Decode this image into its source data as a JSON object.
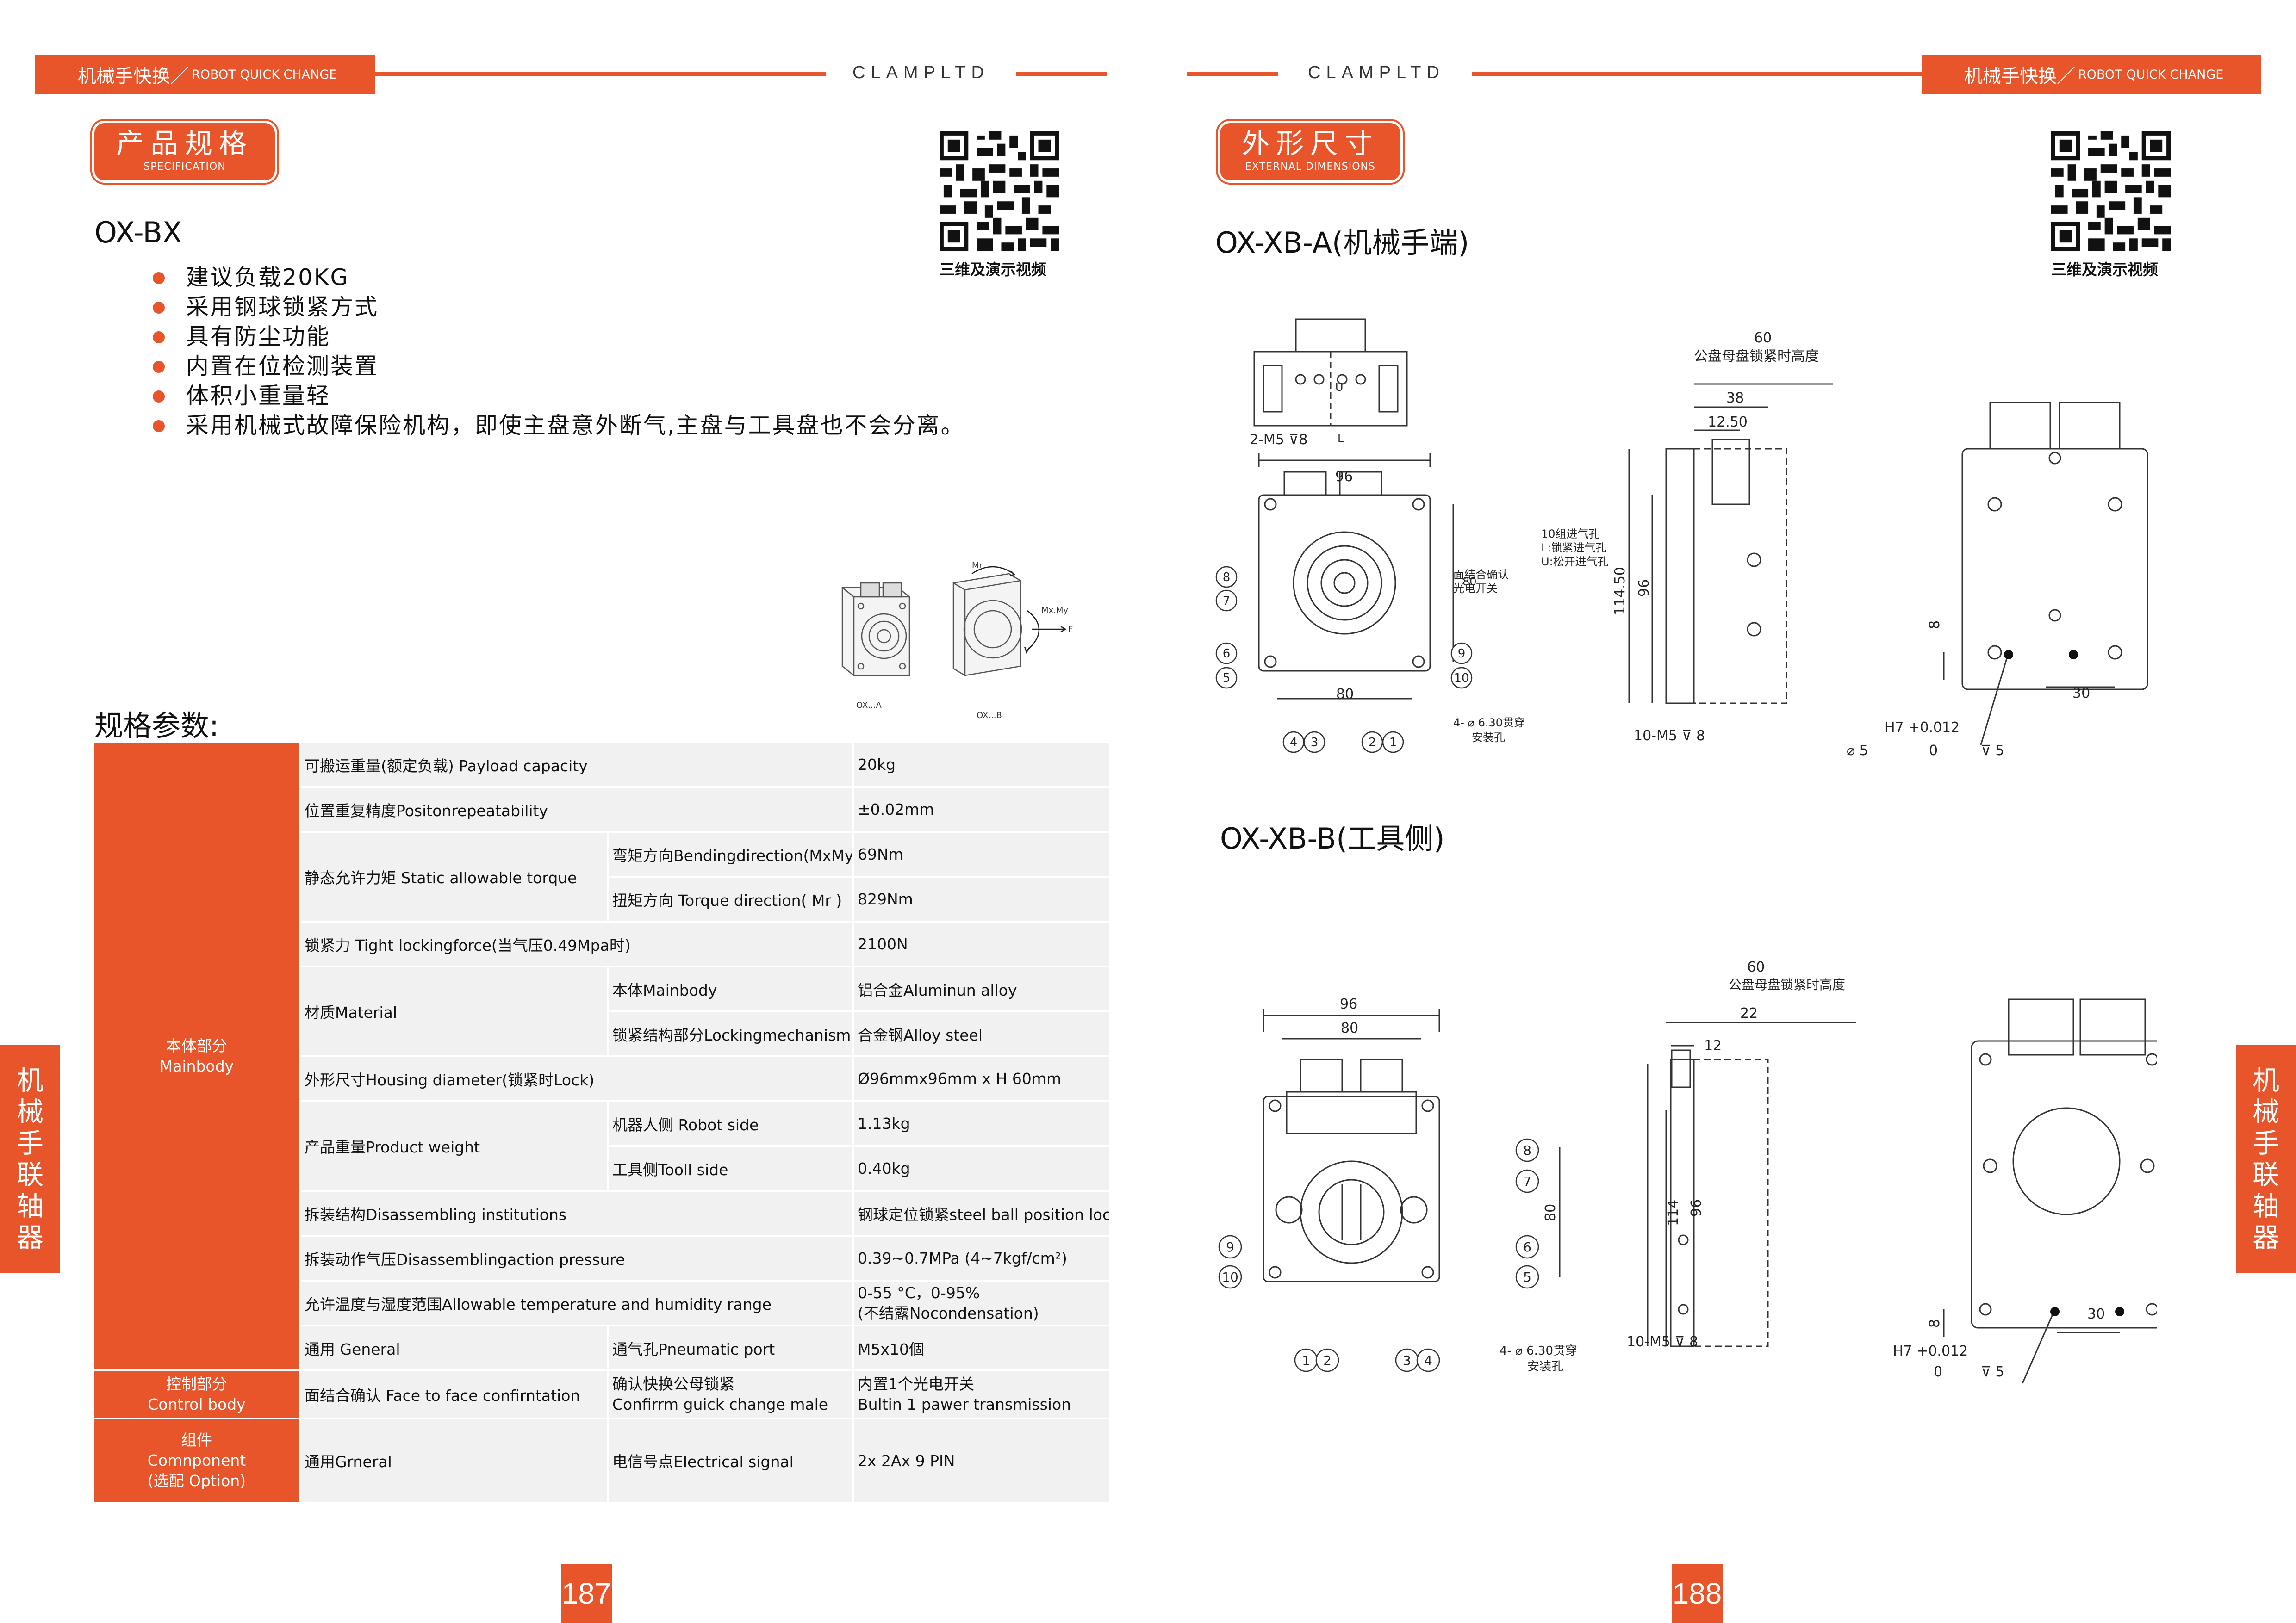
{
  "header": {
    "tab_title": "机械手快换／",
    "tab_sub": "ROBOT QUICK CHANGE",
    "brand": "CLAMPLTD"
  },
  "left": {
    "pill_title": "产品规格",
    "pill_sub": "SPECIFICATION",
    "qr_caption": "三维及演示视频",
    "model": "OX-BX",
    "features": [
      "建议负载20KG",
      "采用钢球锁紧方式",
      "具有防尘功能",
      "内置在位检测装置",
      "体积小重量轻",
      "采用机械式故障保险机构，即使主盘意外断气,主盘与工具盘也不会分离。"
    ],
    "diagram": {
      "mr": "Mr",
      "mxmy": "Mx.My",
      "f": "F",
      "label_a": "OX...A",
      "label_b": "OX...B"
    },
    "spec_title": "规格参数:",
    "spec": {
      "group_main": "本体部分\nMainbody",
      "group_control": "控制部分\nControl body",
      "group_component": "组件\nComnponent\n(选配 Option)",
      "rows": {
        "payload": {
          "label": "可搬运重量(额定负载) Payload capacity",
          "value": "20kg"
        },
        "repeat": {
          "label": "位置重复精度Positonrepeatability",
          "value": "±0.02mm"
        },
        "torque": {
          "label": "静态允许力矩 Static allowable torque",
          "sub1": "弯矩方向Bendingdirection(MxMy)",
          "val1": "69Nm",
          "sub2": "扭矩方向 Torque direction( Mr )",
          "val2": "829Nm"
        },
        "lock": {
          "label": "锁紧力 Tight lockingforce(当气压0.49Mpa时)",
          "value": "2100N"
        },
        "material": {
          "label": "材质Material",
          "sub1": "本体Mainbody",
          "val1": "铝合金Aluminun alloy",
          "sub2": "锁紧结构部分Lockingmechanism",
          "val2": "合金钢Alloy steel"
        },
        "size": {
          "label": "外形尺寸Housing diameter(锁紧时Lock)",
          "value": "Ø96mmx96mm x H 60mm"
        },
        "weight": {
          "label": "产品重量Product weight",
          "sub1": "机器人侧 Robot side",
          "val1": "1.13kg",
          "sub2": "工具侧Tooll side",
          "val2": "0.40kg"
        },
        "disassemble": {
          "label": "拆装结构Disassembling institutions",
          "value": "钢球定位锁紧steel ball position lock"
        },
        "pressure": {
          "label": "拆装动作气压Disassemblingaction pressure",
          "value": "0.39~0.7MPa (4~7kgf/cm²)"
        },
        "temp": {
          "label": "允许温度与湿度范围Allowable temperature and humidity range",
          "value1": "0-55 °C，0-95%",
          "value2": "(不结露Nocondensation)"
        },
        "general": {
          "label": "通用 General",
          "sub": "通气孔Pneumatic port",
          "value": "M5x10個"
        },
        "face": {
          "label": "面结合确认 Face to face confirntation",
          "sub1": "确认快换公母锁紧",
          "sub2": "Confirrm guick change male",
          "val1": "内置1个光电开关",
          "val2": " Bultin 1 pawer transmission"
        },
        "component": {
          "label": "通用Grneral",
          "sub": "电信号点Electrical signal",
          "value": "2x 2Ax 9 PIN"
        }
      }
    },
    "side_tab": "机械手联轴器",
    "page_number": "187"
  },
  "right": {
    "pill_title": "外形尺寸",
    "pill_sub": "EXTERNAL DIMENSIONS",
    "qr_caption": "三维及演示视频",
    "model_a": "OX-XB-A(机械手端)",
    "model_b": "OX-XB-B(工具侧)",
    "drawing_a": {
      "d96": "96",
      "d80": "80",
      "d60": "60",
      "lock_h": "公盘母盘锁紧时高度",
      "d38": "38",
      "d1250": "12.50",
      "d11450": "114.50",
      "m5": "2-M5 ⊽8",
      "m5_10": "10-M5 ⊽ 8",
      "holes": "4- ⌀ 6.30贯穿",
      "mount": "安装孔",
      "air1": "10组进气孔",
      "air2": "L:锁紧进气孔",
      "air3": "U:松开进气孔",
      "face1": "面结合确认",
      "face2": "光电开关",
      "h7": "H7 +0.012",
      "h7b": "⌀ 5",
      "h7c": "0",
      "h7d": "⊽ 5",
      "d30": "30",
      "d8": "8",
      "u": "U",
      "l": "L",
      "n1": "1",
      "n2": "2",
      "n3": "3",
      "n4": "4",
      "n5": "5",
      "n6": "6",
      "n7": "7",
      "n8": "8",
      "n9": "9",
      "n10": "10"
    },
    "drawing_b": {
      "d96": "96",
      "d80": "80",
      "d60": "60",
      "lock_h": "公盘母盘锁紧时高度",
      "d22": "22",
      "d12": "12",
      "d114": "114",
      "m5_10": "10-M5 ⊽ 8",
      "holes": "4- ⌀ 6.30贯穿",
      "mount": "安装孔",
      "h7": "H7 +0.012",
      "h7c": "0",
      "h7d": "⊽ 5",
      "d30": "30",
      "d8": "8",
      "n1": "1",
      "n2": "2",
      "n3": "3",
      "n4": "4",
      "n5": "5",
      "n6": "6",
      "n7": "7",
      "n8": "8",
      "n9": "9",
      "n10": "10"
    },
    "side_tab": "机械手联轴器",
    "page_number": "188"
  }
}
